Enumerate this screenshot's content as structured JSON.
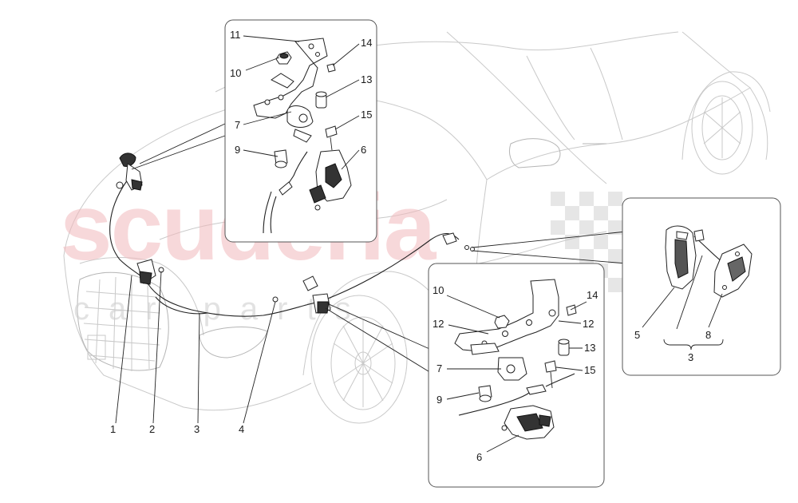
{
  "watermark": {
    "main": "scuderia",
    "sub": "car parts"
  },
  "brand_colors": {
    "watermark_red": "#f2b9bc",
    "checker_grey": "#d9d9d9",
    "line": "#222222"
  },
  "callouts": {
    "main": [
      "1",
      "2",
      "3",
      "4"
    ],
    "inset_top": [
      "11",
      "14",
      "10",
      "13",
      "7",
      "15",
      "9",
      "6"
    ],
    "inset_bottom": [
      "10",
      "14",
      "12",
      "12",
      "13",
      "7",
      "15",
      "9",
      "6"
    ],
    "inset_right": [
      "5",
      "8",
      "3"
    ]
  }
}
